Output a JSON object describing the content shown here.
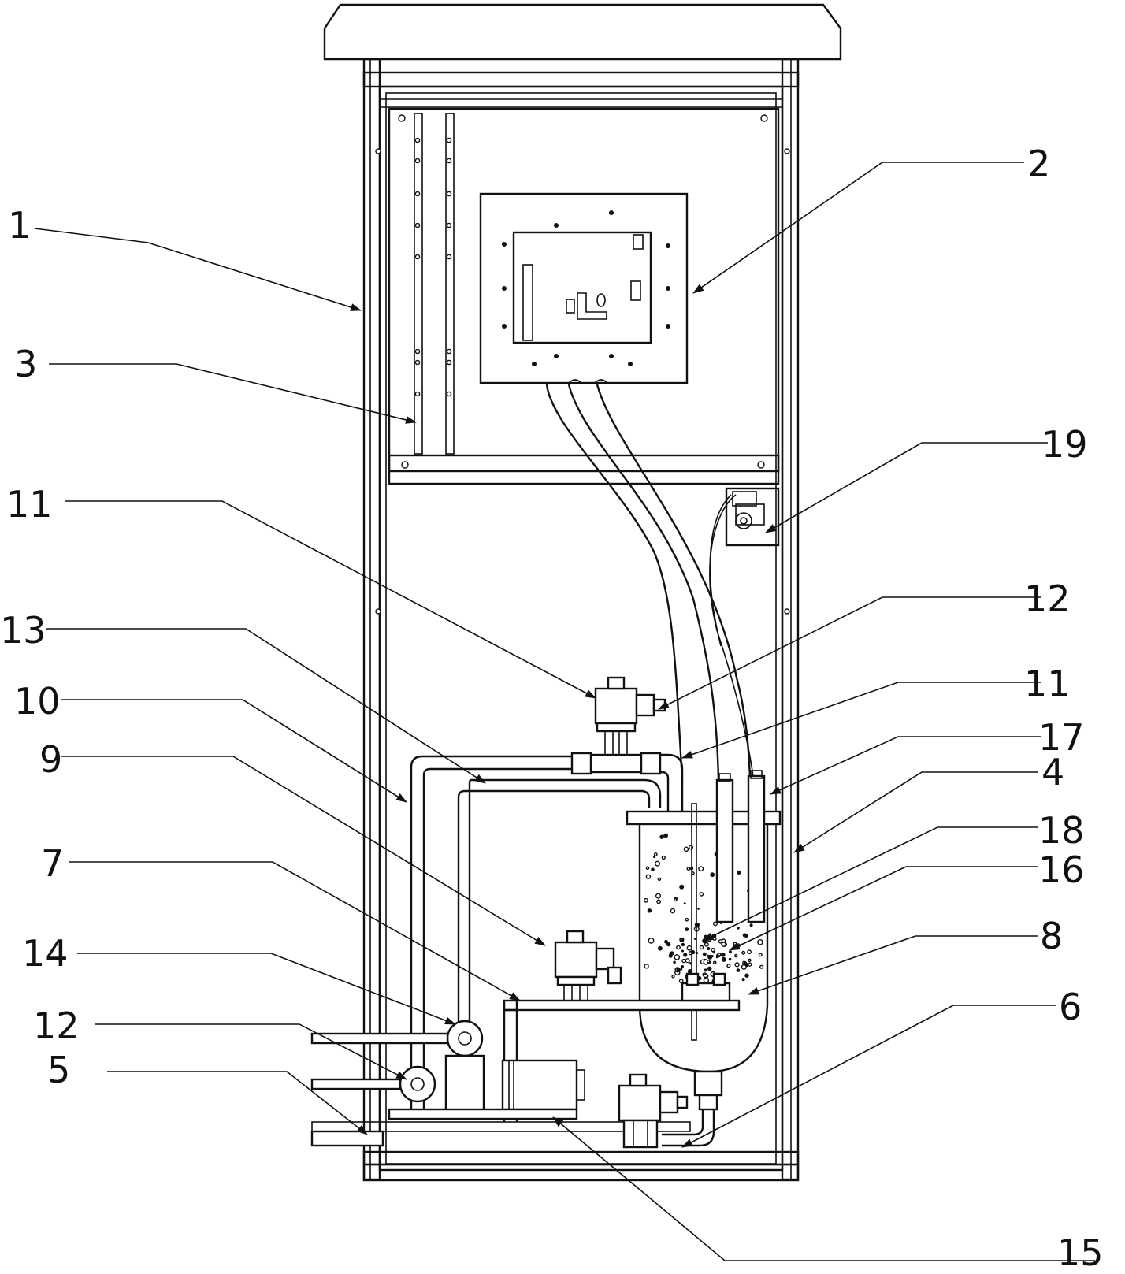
{
  "figure": {
    "labels": [
      {
        "id": "cabinet",
        "text": "1"
      },
      {
        "id": "controller",
        "text": "2"
      },
      {
        "id": "mount-plate",
        "text": "3"
      },
      {
        "id": "tank",
        "text": "4"
      },
      {
        "id": "inlet",
        "text": "5"
      },
      {
        "id": "drain",
        "text": "6"
      },
      {
        "id": "bracket",
        "text": "7"
      },
      {
        "id": "aerator",
        "text": "8"
      },
      {
        "id": "valve-mid",
        "text": "9"
      },
      {
        "id": "pipe-outer",
        "text": "10"
      },
      {
        "id": "valve-top",
        "text": "11"
      },
      {
        "id": "coil-top",
        "text": "12"
      },
      {
        "id": "elbow",
        "text": "11"
      },
      {
        "id": "pipe-inner",
        "text": "13"
      },
      {
        "id": "pump-upper",
        "text": "14"
      },
      {
        "id": "pump-lower",
        "text": "12"
      },
      {
        "id": "base-plate",
        "text": "15"
      },
      {
        "id": "sensor-probe",
        "text": "16"
      },
      {
        "id": "electrode",
        "text": "17"
      },
      {
        "id": "bubbles",
        "text": "18"
      },
      {
        "id": "peristaltic-pump",
        "text": "19"
      }
    ]
  }
}
